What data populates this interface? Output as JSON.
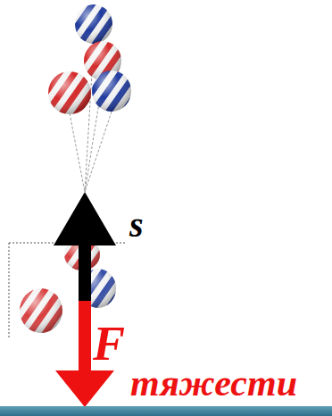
{
  "diagram": {
    "labels": [
      "s",
      "F",
      "тяжести"
    ]
  }
}
